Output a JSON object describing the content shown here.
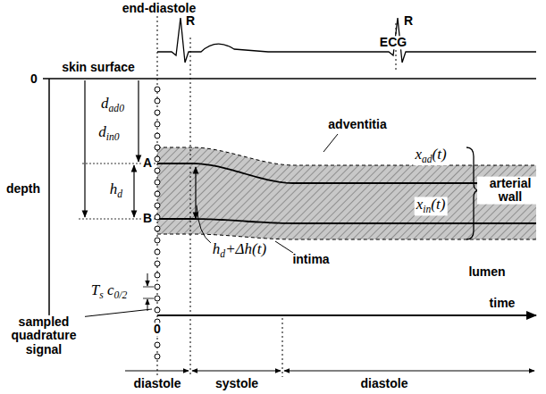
{
  "diagram": {
    "labels": [
      "end-diastole",
      "R",
      "ECG",
      "R",
      "0",
      "skin surface",
      "depth",
      "dad0",
      "din0",
      "A",
      "B",
      "hd",
      "adventitia",
      "xad(t)",
      "arterial wall",
      "xin(t)",
      "hd+Δh(t)",
      "intima",
      "lumen",
      "Ts c0/2",
      "sampled quadrature signal",
      "0",
      "time",
      "diastole",
      "systole",
      "diastole"
    ]
  }
}
